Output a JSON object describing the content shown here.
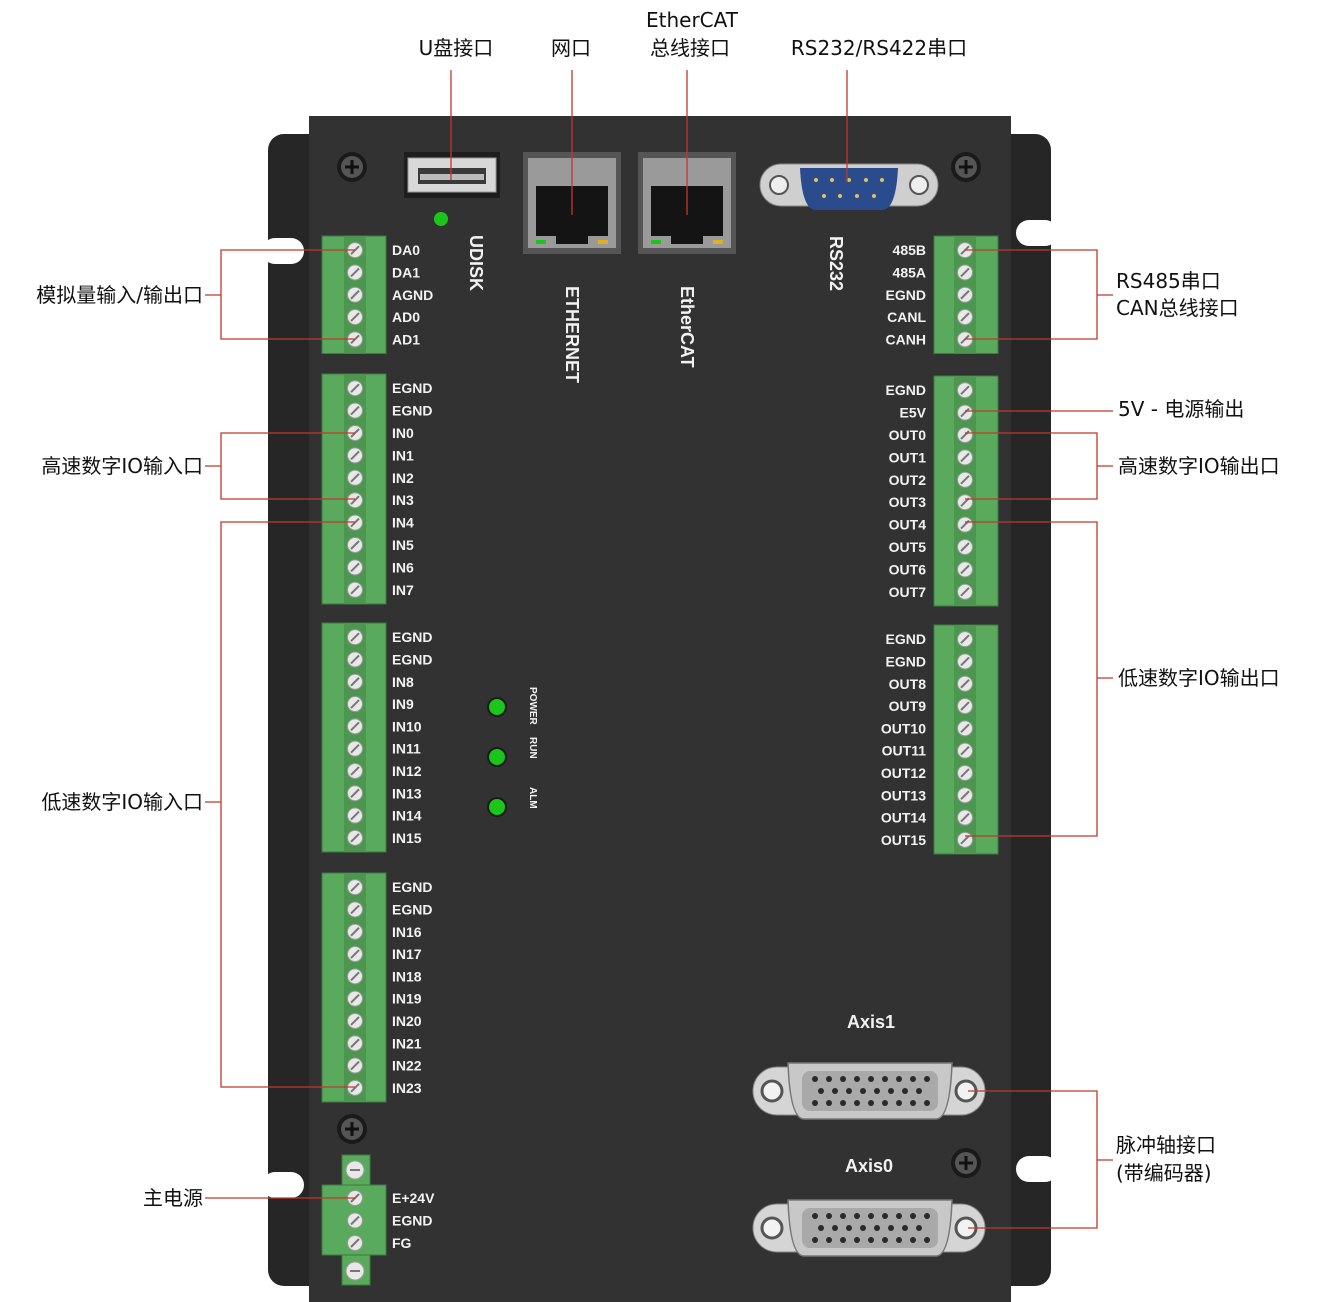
{
  "callouts": {
    "udisk_port": "U盘接口",
    "net_port": "网口",
    "ethercat_port_line1": "EtherCAT",
    "ethercat_port_line2": "总线接口",
    "serial_port": "RS232/RS422串口",
    "analog_io": "模拟量输入/输出口",
    "high_speed_in": "高速数字IO输入口",
    "low_speed_in": "低速数字IO输入口",
    "main_power": "主电源",
    "rs485_line1": "RS485串口",
    "rs485_line2": "CAN总线接口",
    "power_5v": "5V - 电源输出",
    "high_speed_out": "高速数字IO输出口",
    "low_speed_out": "低速数字IO输出口",
    "pulse_axis_line1": "脉冲轴接口",
    "pulse_axis_line2": "(带编码器)"
  },
  "panel_labels": {
    "udisk": "UDISK",
    "ethernet": "ETHERNET",
    "ethercat": "EtherCAT",
    "rs232": "RS232",
    "axis1": "Axis1",
    "axis0": "Axis0"
  },
  "leds": [
    {
      "label": "POWER",
      "color": "#19c619"
    },
    {
      "label": "RUN",
      "color": "#19c619"
    },
    {
      "label": "ALM",
      "color": "#19c619"
    }
  ],
  "terminals": {
    "analog": [
      "DA0",
      "DA1",
      "AGND",
      "AD0",
      "AD1"
    ],
    "input_a": [
      "EGND",
      "EGND",
      "IN0",
      "IN1",
      "IN2",
      "IN3",
      "IN4",
      "IN5",
      "IN6",
      "IN7"
    ],
    "input_b": [
      "EGND",
      "EGND",
      "IN8",
      "IN9",
      "IN10",
      "IN11",
      "IN12",
      "IN13",
      "IN14",
      "IN15"
    ],
    "input_c": [
      "EGND",
      "EGND",
      "IN16",
      "IN17",
      "IN18",
      "IN19",
      "IN20",
      "IN21",
      "IN22",
      "IN23"
    ],
    "power": [
      "E+24V",
      "EGND",
      "FG"
    ],
    "bus": [
      "485B",
      "485A",
      "EGND",
      "CANL",
      "CANH"
    ],
    "output_a": [
      "EGND",
      "E5V",
      "OUT0",
      "OUT1",
      "OUT2",
      "OUT3",
      "OUT4",
      "OUT5",
      "OUT6",
      "OUT7"
    ],
    "output_b": [
      "EGND",
      "EGND",
      "OUT8",
      "OUT9",
      "OUT10",
      "OUT11",
      "OUT12",
      "OUT13",
      "OUT14",
      "OUT15"
    ]
  },
  "colors": {
    "housing": "#323232",
    "bracket": "#262626",
    "terminal_green": "#5aaa5e",
    "leader_red": "#c0392b",
    "led_green": "#19c619"
  }
}
